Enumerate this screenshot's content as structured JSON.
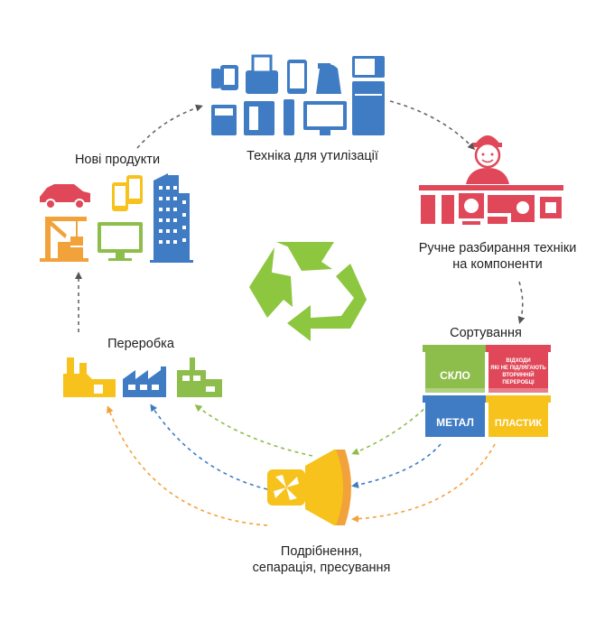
{
  "stages": {
    "equipment": "Техніка для утилізації",
    "dismantling_line1": "Ручне разбирання техніки",
    "dismantling_line2": "на компоненти",
    "sorting": "Сортування",
    "shredding_line1": "Подрібнення,",
    "shredding_line2": "сепарація, пресування",
    "processing": "Переробка",
    "new_products": "Нові продукти"
  },
  "bins": {
    "glass": "СКЛО",
    "waste_line1": "ВІДХОДИ",
    "waste_line2": "ЯКІ НЕ ПІДЛЯГАЮТЬ",
    "waste_line3": "ВТОРИННІЙ",
    "waste_line4": "ПЕРЕРОБЦІ",
    "metal": "МЕТАЛ",
    "plastic": "ПЛАСТИК"
  },
  "colors": {
    "blue": "#3f7cc4",
    "red": "#e0485a",
    "green": "#8dbd4a",
    "yellow": "#f6c21b",
    "orange": "#f2a23a",
    "gray_arrow": "#666666",
    "recycle": "#8dc63f"
  },
  "icons": [
    "recycle-icon",
    "appliances-icon",
    "worker-icon",
    "bins-icon",
    "shredder-icon",
    "factory-icon",
    "products-icon"
  ]
}
